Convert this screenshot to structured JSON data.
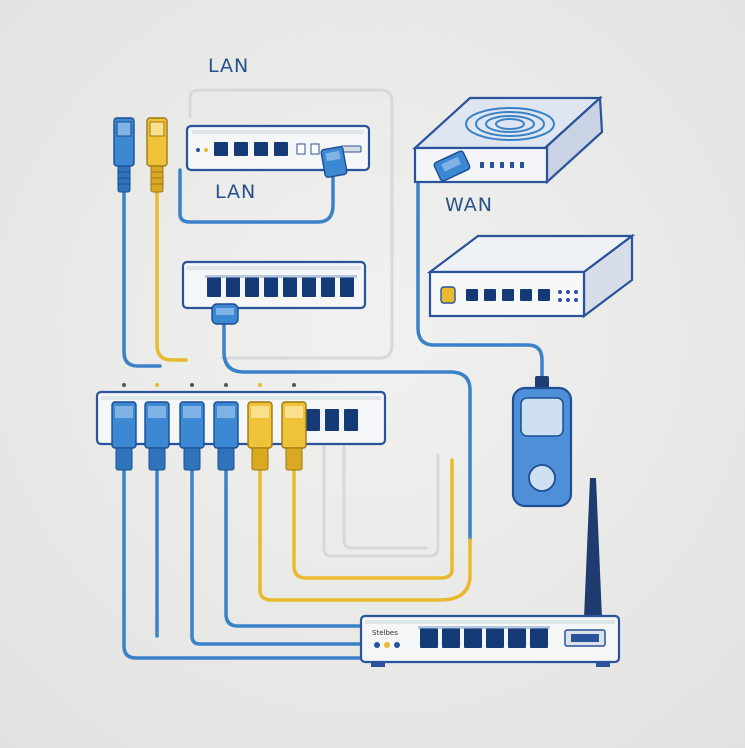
{
  "labels": {
    "lan_top": "LAN",
    "lan_inner": "LAN",
    "wan": "WAN",
    "router_brand": "Stelbes"
  },
  "colors": {
    "device_outline": "#29539a",
    "cable_blue": "#3a82c8",
    "cable_yellow": "#e9b92f",
    "port": "#153a78"
  },
  "icons": [
    "network-switch-icon",
    "modem-icon",
    "wifi-router-icon",
    "ethernet-plug-icon",
    "power-adapter-icon",
    "antenna-icon"
  ]
}
